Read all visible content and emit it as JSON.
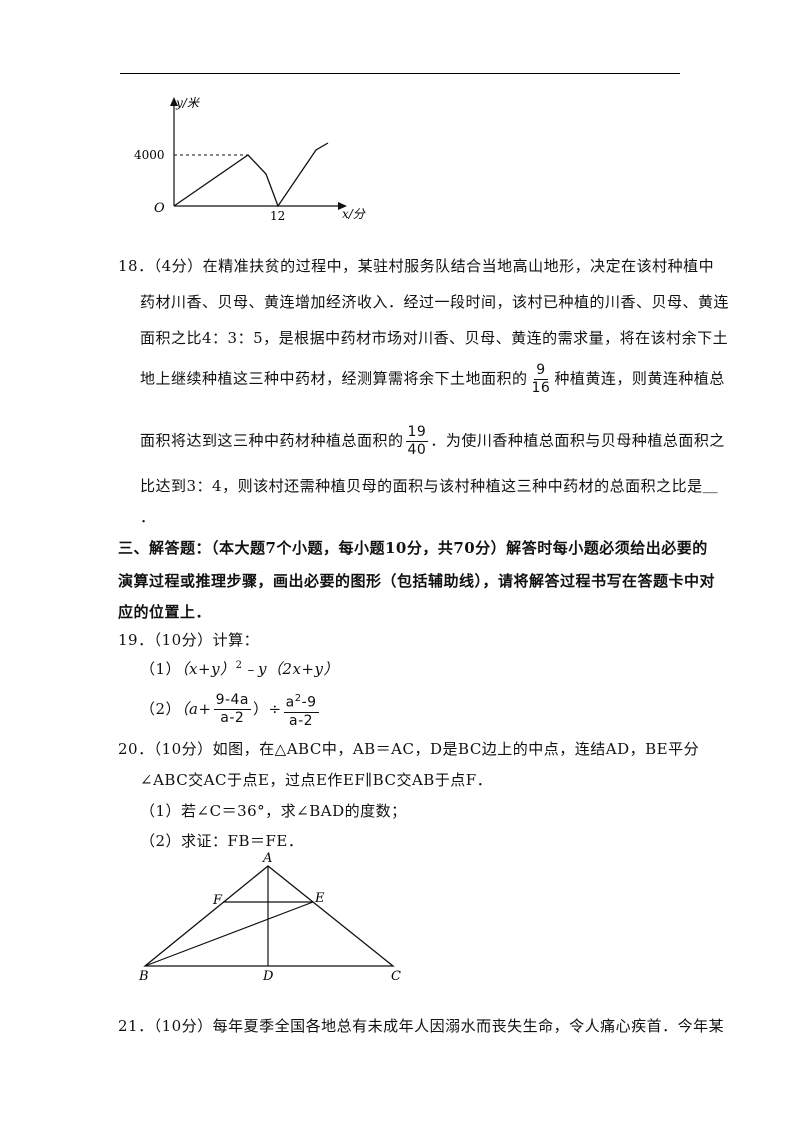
{
  "graph1": {
    "y_label": "y/米",
    "x_label": "x/分",
    "origin": "O",
    "y_tick": "4000",
    "x_tick": "12"
  },
  "q18": {
    "line1": "18．（4分）在精准扶贫的过程中，某驻村服务队结合当地高山地形，决定在该村种植中",
    "line2": "药材川香、贝母、黄连增加经济收入．经过一段时间，该村已种植的川香、贝母、黄连",
    "line3": "面积之比4：3：5，是根据中药材市场对川香、贝母、黄连的需求量，将在该村余下土",
    "line4_a": "地上继续种植这三种中药材，经测算需将余下土地面积的",
    "frac1_num": "9",
    "frac1_den": "16",
    "line4_b": "种植黄连，则黄连种植总",
    "line5_a": "面积将达到这三种中药材种植总面积的",
    "frac2_num": "19",
    "frac2_den": "40",
    "line5_b": "．为使川香种植总面积与贝母种植总面积之",
    "line6": "比达到3：4，则该村还需种植贝母的面积与该村种植这三种中药材的总面积之比是＿",
    "line7": "．"
  },
  "section3": {
    "line1": "三、解答题：（本大题7个小题，每小题10分，共70分）解答时每小题必须给出必要的",
    "line2": "演算过程或推理步骤，画出必要的图形（包括辅助线），请将解答过程书写在答题卡中对",
    "line3": "应的位置上．"
  },
  "q19": {
    "title": "19．（10分）计算：",
    "p1_label": "（1）",
    "p1_expr": "（x+y）",
    "p1_exp": "2",
    "p1_rest": "﹣y（2x+y）",
    "p2_label": "（2）",
    "p2_open": "（a+",
    "p2_f1_num": "9-4a",
    "p2_f1_den": "a-2",
    "p2_mid": "）÷",
    "p2_f2_num_base": "a",
    "p2_f2_num_exp": "2",
    "p2_f2_num_rest": "-9",
    "p2_f2_den": "a-2"
  },
  "q20": {
    "line1": "20．（10分）如图，在△ABC中，AB＝AC，D是BC边上的中点，连结AD，BE平分",
    "line2": "∠ABC交AC于点E，过点E作EF∥BC交AB于点F．",
    "line3": "（1）若∠C＝36°，求∠BAD的度数；",
    "line4": "（2）求证：FB＝FE．",
    "labels": {
      "A": "A",
      "B": "B",
      "C": "C",
      "D": "D",
      "E": "E",
      "F": "F"
    }
  },
  "q21": {
    "line1": "21．（10分）每年夏季全国各地总有未成年人因溺水而丧失生命，令人痛心疾首．今年某"
  }
}
